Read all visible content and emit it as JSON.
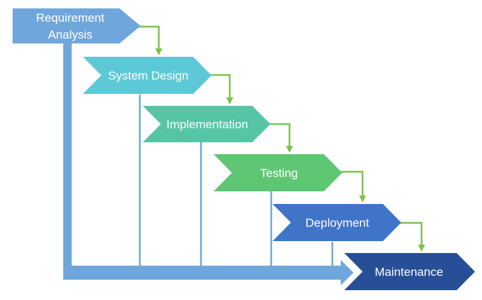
{
  "colors": {
    "arrow_green": "#7dc24b",
    "feedback_blue": "#6fa6db",
    "text": "#ffffff"
  },
  "stages": [
    {
      "key": "req",
      "lines": [
        "Requirement",
        "Analysis"
      ],
      "color": "#6fa6db"
    },
    {
      "key": "design",
      "lines": [
        "System Design"
      ],
      "color": "#5ec9d6"
    },
    {
      "key": "impl",
      "lines": [
        "Implementation"
      ],
      "color": "#56c5a5"
    },
    {
      "key": "test",
      "lines": [
        "Testing"
      ],
      "color": "#5fc773"
    },
    {
      "key": "deploy",
      "lines": [
        "Deployment"
      ],
      "color": "#3f74c9"
    },
    {
      "key": "maint",
      "lines": [
        "Maintenance"
      ],
      "color": "#274f97"
    }
  ]
}
